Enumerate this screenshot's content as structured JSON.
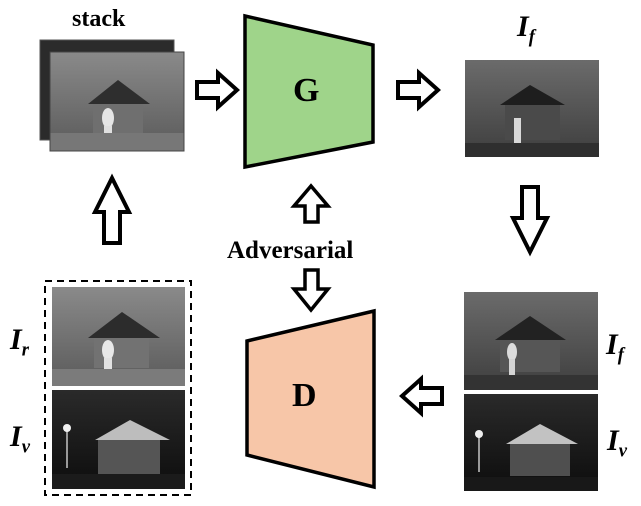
{
  "labels": {
    "stack": "stack",
    "generator": "G",
    "discriminator": "D",
    "adversarial": "Adversarial",
    "fused_top": {
      "main": "I",
      "sub": "f"
    },
    "fused_right": {
      "main": "I",
      "sub": "f"
    },
    "ir_left": {
      "main": "I",
      "sub": "r"
    },
    "iv_left": {
      "main": "I",
      "sub": "v"
    },
    "iv_right": {
      "main": "I",
      "sub": "v"
    }
  },
  "colors": {
    "generator_fill": "#9fd48a",
    "discriminator_fill": "#f7c6a8",
    "stroke": "#000000"
  },
  "icons": {
    "arrow": "hollow-block-arrow"
  }
}
